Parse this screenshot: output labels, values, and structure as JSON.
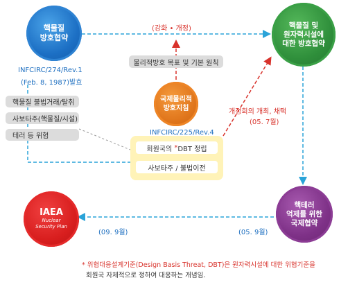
{
  "nodes": {
    "physical_protection_convention": "핵물질\n방호협약",
    "amended_convention": "핵물질 및\n원자력시설에\n대한 방호협약",
    "guideline": "국제물리적\n방호지침",
    "iaea": {
      "title": "IAEA",
      "subtitle": "Nuclear\nSecurity Plan"
    },
    "terrorism_convention": "핵테러\n억제를 위한\n국제협약"
  },
  "labels": {
    "infcirc_274": "INFCIRC/274/Rev.1",
    "date_274": "(Feb. 8, 1987)발효",
    "strengthen_amend": "(강화 • 개정)",
    "infcirc_225": "INFCIRC/225/Rev.4",
    "conference": "개정회의 개최, 채택",
    "conference_date": "(05. 7월)",
    "iaea_date": "(09. 9월)",
    "terrorism_date": "(05. 9월)"
  },
  "principle_box": "물리적방호 목표 및 기본 원칙",
  "threat_items": [
    "핵물질 불법거래/탈취",
    "사보타주(핵물질/시설)",
    "테러 등 위협"
  ],
  "dbt_items": {
    "dbt_prefix": "회원국의 ",
    "dbt_star": "*",
    "dbt_rest": "DBT 정립",
    "sabotage": "사보타주 / 불법이전"
  },
  "footnote": {
    "line1": "* 위협대응설계기준(Design Basis Threat, DBT)은 원자력시설에 대한 위협기준을",
    "line2": "회원국 자체적으로 정하여 대응하는 개념임."
  },
  "colors": {
    "blue": "#1c6fc4",
    "green": "#2f8f3b",
    "orange": "#e0761c",
    "red": "#d81e1e",
    "purple": "#7e3187",
    "dashed_blue": "#2aa3d8",
    "dashed_red": "#d8322b",
    "gray_box": "#dcdcdc",
    "yellow_box": "#fff3b8"
  }
}
